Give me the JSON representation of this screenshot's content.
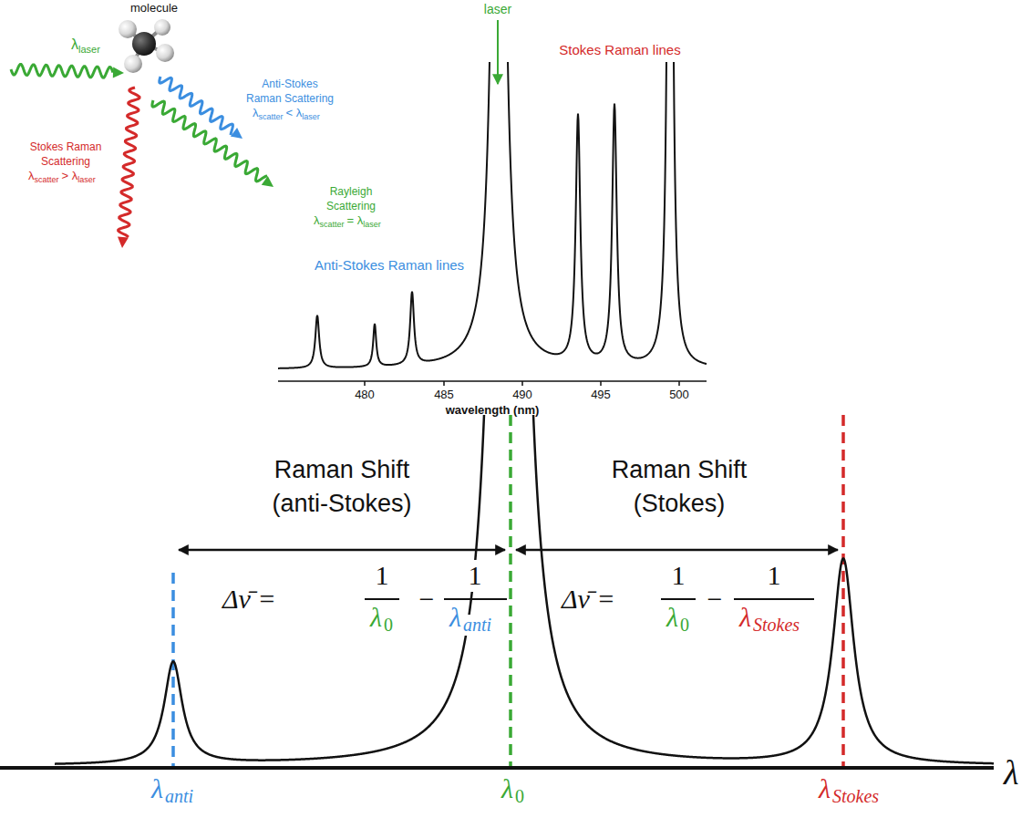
{
  "diagram": {
    "labels": [
      "molecule",
      "λ",
      "laser",
      "Anti-Stokes",
      "Raman Scattering",
      "λ",
      "scatter",
      "< λ",
      "laser",
      "Stokes Raman",
      "Scattering",
      "λ",
      "scatter",
      "> λ",
      "laser",
      "Rayleigh",
      "Scattering",
      "λ",
      "scatter",
      "= λ",
      "laser",
      "480",
      "485",
      "490",
      "495",
      "500",
      "wavelength (nm)",
      "laser",
      "Stokes Raman lines",
      "Anti-Stokes Raman lines",
      "Raman Shift",
      "(anti-Stokes)",
      "Raman Shift",
      "(Stokes)",
      "Δν̄ =",
      "1",
      "λ",
      "0",
      "−",
      "1",
      "λ",
      "anti",
      "Δν̄ =",
      "1",
      "λ",
      "0",
      "−",
      "1",
      "λ",
      "Stokes",
      "λ",
      "anti",
      "λ",
      "0",
      "λ",
      "Stokes",
      "λ"
    ]
  }
}
